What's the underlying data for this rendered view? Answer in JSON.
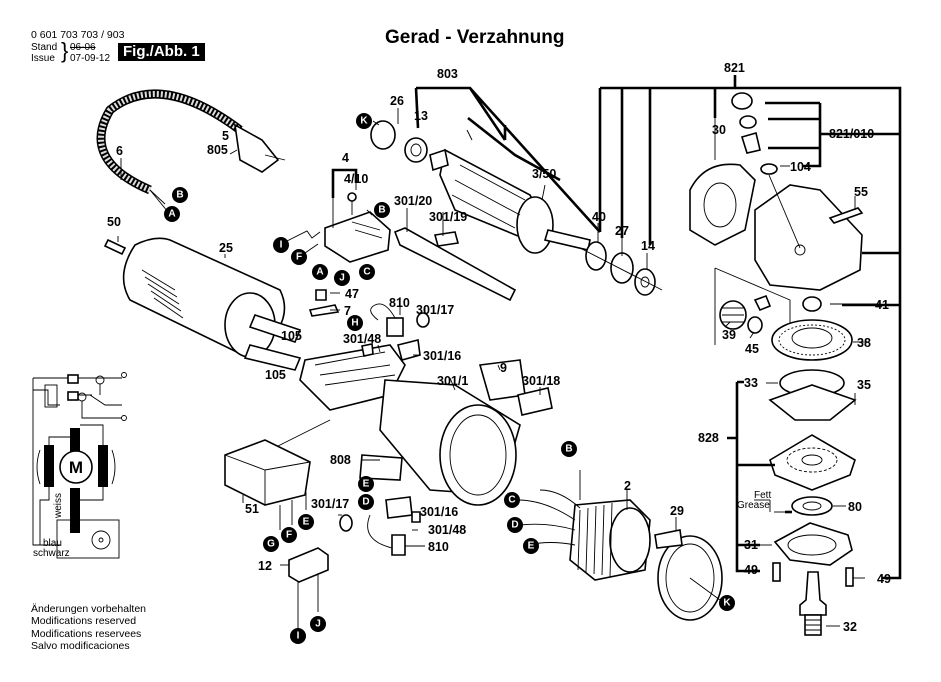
{
  "header": {
    "document_number": "0 601 703 703 / 903",
    "stand_label": "Stand",
    "issue_label": "Issue",
    "stand_date_struck": "06-06",
    "issue_date": "07-09-12",
    "figure_badge": "Fig./Abb. 1",
    "title": "Gerad - Verzahnung"
  },
  "footer_notes": [
    "Änderungen vorbehalten",
    "Modifications reserved",
    "Modifications reservees",
    "Salvo modificaciones"
  ],
  "wiring_diagram": {
    "motor_label": "M",
    "wire_labels": [
      "blau",
      "schwarz",
      "weiss"
    ]
  },
  "part_labels": {
    "p803": "803",
    "p821": "821",
    "p26": "26",
    "p13": "13",
    "p3_50": "3/50",
    "p30": "30",
    "p821_010": "821/010",
    "p104": "104",
    "p55": "55",
    "p5": "5",
    "p805": "805",
    "p6": "6",
    "p50": "50",
    "p25": "25",
    "p105a": "105",
    "p105b": "105",
    "p4": "4",
    "p4_10": "4/10",
    "p301_20": "301/20",
    "p301_19": "301/19",
    "p40": "40",
    "p27": "27",
    "p14": "14",
    "p41": "41",
    "p39": "39",
    "p45": "45",
    "p38": "38",
    "p47": "47",
    "p7": "7",
    "p810a": "810",
    "p301_17a": "301/17",
    "p301_48a": "301/48",
    "p301_16a": "301/16",
    "p9": "9",
    "p301_1": "301/1",
    "p301_18": "301/18",
    "p33": "33",
    "p35": "35",
    "p828": "828",
    "p80": "80",
    "fett": "Fett",
    "grease": "Grease",
    "p31": "31",
    "p49a": "49",
    "p49b": "49",
    "p32": "32",
    "p808": "808",
    "p51": "51",
    "p301_17b": "301/17",
    "p301_16b": "301/16",
    "p301_48b": "301/48",
    "p810b": "810",
    "p12": "12",
    "p2": "2",
    "p29": "29"
  },
  "connector_badges": {
    "cord_B": "B",
    "cord_A": "A",
    "switch_I": "I",
    "switch_F": "F",
    "switch_A": "A",
    "switch_J": "J",
    "switch_C": "C",
    "switch_B": "B",
    "brush_H": "H",
    "bearing_K": "K",
    "brush2_E": "E",
    "brush2_D": "D",
    "supp_G": "G",
    "supp_F": "F",
    "supp_E": "E",
    "cap_I": "I",
    "cap_J": "J",
    "field_B": "B",
    "field_C": "C",
    "field_D": "D",
    "field_E": "E",
    "baffle_K": "K"
  }
}
